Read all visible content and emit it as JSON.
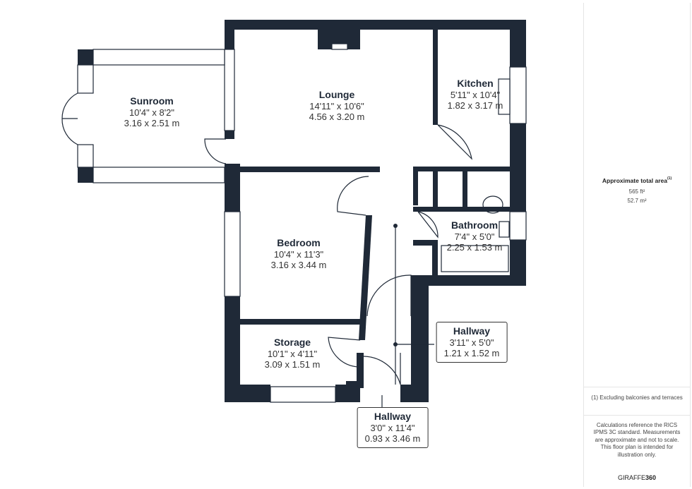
{
  "rooms": [
    {
      "name": "Sunroom",
      "imperial": "10'4\" x 8'2\"",
      "metric": "3.16 x 2.51 m"
    },
    {
      "name": "Lounge",
      "imperial": "14'11\" x 10'6\"",
      "metric": "4.56 x 3.20 m"
    },
    {
      "name": "Kitchen",
      "imperial": "5'11\" x 10'4\"",
      "metric": "1.82 x 3.17 m"
    },
    {
      "name": "Bathroom",
      "imperial": "7'4\" x 5'0\"",
      "metric": "2.25 x 1.53 m"
    },
    {
      "name": "Bedroom",
      "imperial": "10'4\" x 11'3\"",
      "metric": "3.16 x 3.44 m"
    },
    {
      "name": "Storage",
      "imperial": "10'1\" x 4'11\"",
      "metric": "3.09 x 1.51 m"
    },
    {
      "name": "Hallway",
      "imperial": "3'11\" x 5'0\"",
      "metric": "1.21 x 1.52 m"
    },
    {
      "name": "Hallway",
      "imperial": "3'0\" x 11'4\"",
      "metric": "0.93 x 3.46 m"
    }
  ],
  "panel": {
    "area_title": "Approximate total area",
    "area_note_mark": "(1)",
    "area_ft": "565 ft²",
    "area_m": "52.7 m²",
    "footnote": "(1) Excluding balconies and terraces",
    "disclaimer": "Calculations reference the RICS IPMS 3C standard. Measurements are approximate and not to scale. This floor plan is intended for illustration only.",
    "brand_a": "GIRAFFE",
    "brand_b": "360"
  },
  "colors": {
    "wall": "#1f2937"
  }
}
